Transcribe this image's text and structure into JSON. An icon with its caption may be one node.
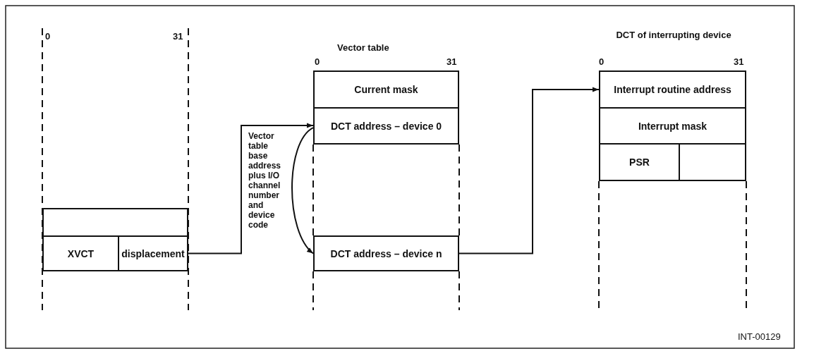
{
  "diagram": {
    "nodes": [
      {
        "text": [],
        "shape": "box"
      },
      {
        "text": [
          "XVCT"
        ]
      },
      {
        "text": [
          "displacement"
        ]
      },
      {
        "text": [
          "Current mask"
        ]
      },
      {
        "text": [
          "DCT address – device 0"
        ]
      },
      {
        "text": [
          "DCT address – device n"
        ]
      },
      {
        "text": [
          "Interrupt routine address"
        ]
      },
      {
        "text": [
          "Interrupt mask"
        ]
      },
      {
        "text": [
          "PSR"
        ]
      },
      {
        "text": [],
        "shape": "box"
      }
    ],
    "edges": [
      {
        "from": 2,
        "to": 4,
        "arrow": "to"
      },
      {
        "from": 4,
        "to": 5,
        "arrow": "to",
        "label": "Vector table base address plus I/O channel number and device code"
      },
      {
        "from": 5,
        "to": 6,
        "arrow": "to"
      }
    ],
    "labels": [
      "0",
      "31",
      "Vector table",
      "0",
      "31",
      "DCT of interrupting device",
      "0",
      "31",
      "INT-00129"
    ]
  }
}
